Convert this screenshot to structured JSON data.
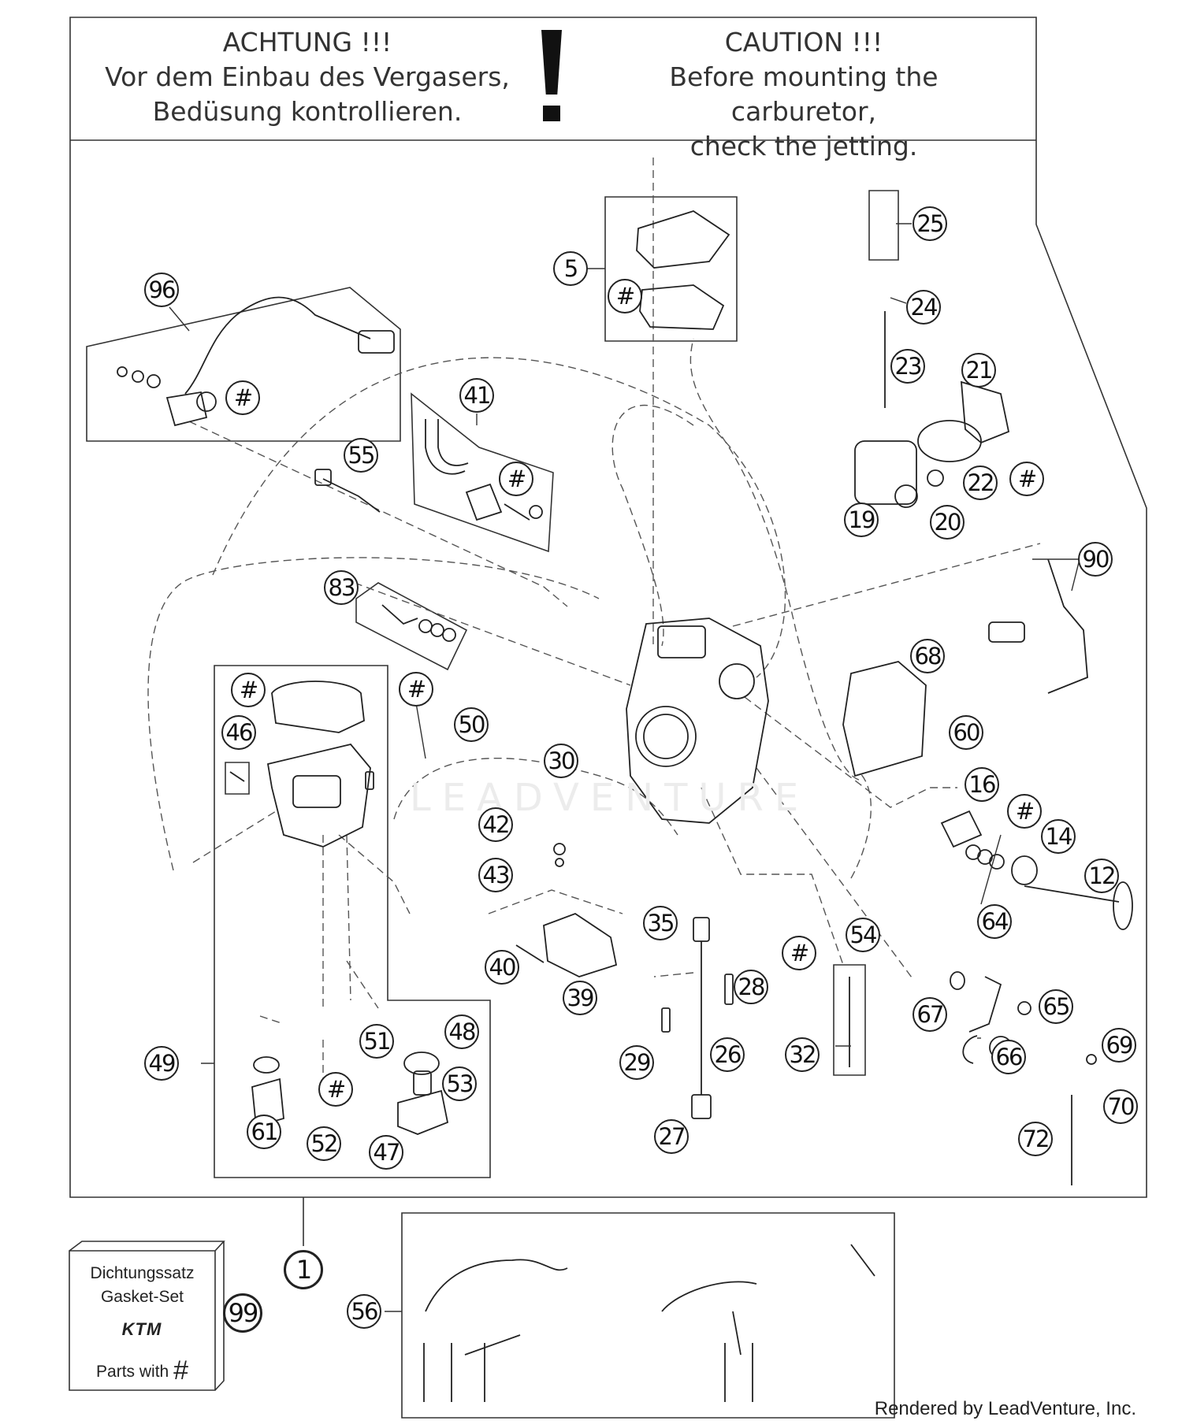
{
  "warning": {
    "de": [
      "ACHTUNG !!!",
      "Vor dem Einbau des Vergasers,",
      "Bedüsung kontrollieren."
    ],
    "en": [
      "CAUTION !!!",
      "Before mounting the carburetor,",
      "check the jetting."
    ],
    "symbol": "!"
  },
  "callouts": [
    "5",
    "#",
    "25",
    "24",
    "96",
    "#",
    "23",
    "21",
    "41",
    "55",
    "#",
    "19",
    "22",
    "#",
    "20",
    "90",
    "83",
    "68",
    "#",
    "50",
    "46",
    "60",
    "30",
    "16",
    "#",
    "14",
    "42",
    "43",
    "12",
    "35",
    "#",
    "54",
    "64",
    "40",
    "28",
    "39",
    "67",
    "65",
    "49",
    "51",
    "48",
    "#",
    "53",
    "29",
    "26",
    "32",
    "66",
    "69",
    "61",
    "52",
    "47",
    "27",
    "70",
    "72",
    "1",
    "99",
    "56"
  ],
  "gasket_set": {
    "line1": "Dichtungssatz",
    "line2": "Gasket-Set",
    "brand": "KTM",
    "line3": "Parts with",
    "symbol": "#"
  },
  "watermark": "LEADVENTURE",
  "credit": "Rendered by LeadVenture, Inc."
}
